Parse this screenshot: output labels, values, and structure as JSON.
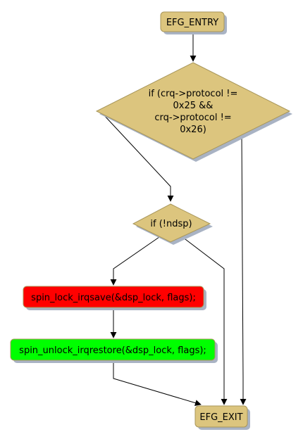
{
  "nodes": {
    "entry": {
      "label": "EFG_ENTRY"
    },
    "cond_protocol": {
      "lines": [
        "if (crq->protocol !=",
        "0x25 &&",
        "crq->protocol !=",
        "0x26)"
      ]
    },
    "cond_ndsp": {
      "label": "if (!ndsp)"
    },
    "lock": {
      "label": "spin_lock_irqsave(&dsp_lock, flags);"
    },
    "unlock": {
      "label": "spin_unlock_irqrestore(&dsp_lock, flags);"
    },
    "exit": {
      "label": "EFG_EXIT"
    }
  },
  "colors": {
    "node_fill": "#dcc57e",
    "node_border": "#a8965a",
    "shadow": "#a9b3c4",
    "lock_fill": "#ff0000",
    "unlock_fill": "#00ff00",
    "edge": "#000000"
  }
}
